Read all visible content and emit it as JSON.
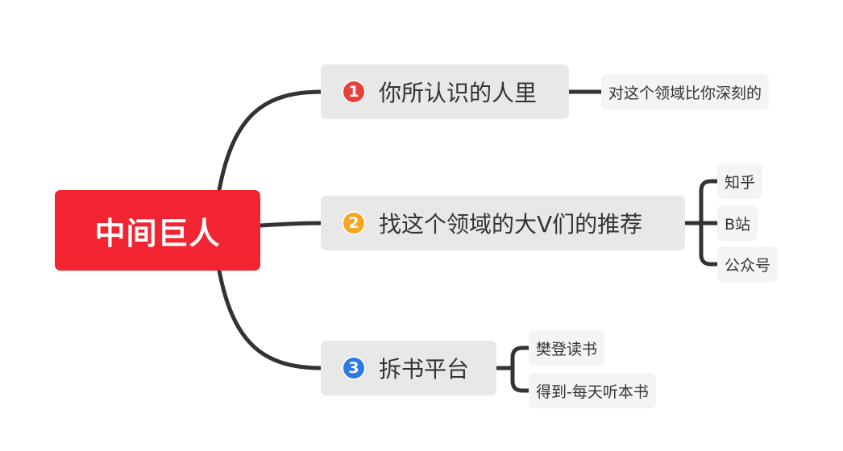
{
  "root": {
    "label": "中间巨人",
    "color": "#f22431"
  },
  "branches": [
    {
      "number": "1",
      "badge_color": "#e8413c",
      "label": "你所认识的人里",
      "children": [
        "对这个领域比你深刻的"
      ]
    },
    {
      "number": "2",
      "badge_color": "#f5a623",
      "label": "找这个领域的大V们的推荐",
      "children": [
        "知乎",
        "B站",
        "公众号"
      ]
    },
    {
      "number": "3",
      "badge_color": "#2d7ae4",
      "label": "拆书平台",
      "children": [
        "樊登读书",
        "得到-每天听本书"
      ]
    }
  ],
  "colors": {
    "connector": "#333333",
    "branch_bg": "#e8e8e8",
    "leaf_bg": "#f4f4f4",
    "text": "#333333"
  }
}
